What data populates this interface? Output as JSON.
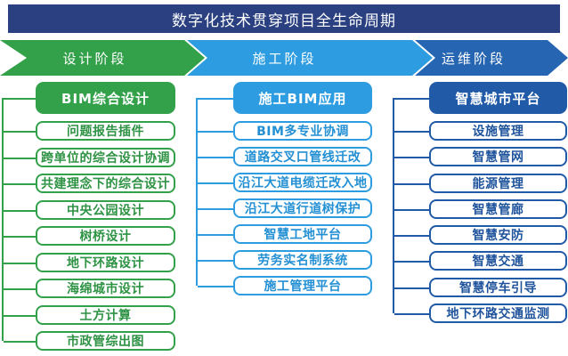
{
  "title": "数字化技术贯穿项目全生命周期",
  "colors": {
    "title_bar": "#2a4080",
    "design_green": "#33a04a",
    "build_blue": "#2d9ce0",
    "ops_arrow_blue": "#2565b2",
    "ops_accent_blue": "#215aa7"
  },
  "phases": [
    {
      "label": "设计阶段"
    },
    {
      "label": "施工阶段"
    },
    {
      "label": "运维阶段"
    }
  ],
  "columns": [
    {
      "header": "BIM综合设计",
      "items": [
        "问题报告插件",
        "跨单位的综合设计协调",
        "共建理念下的综合设计",
        "中央公园设计",
        "树桥设计",
        "地下环路设计",
        "海绵城市设计",
        "土方计算",
        "市政管综出图"
      ]
    },
    {
      "header": "施工BIM应用",
      "items": [
        "BIM多专业协调",
        "道路交叉口管线迁改",
        "沿江大道电缆迁改入地",
        "沿江大道行道树保护",
        "智慧工地平台",
        "劳务实名制系统",
        "施工管理平台"
      ]
    },
    {
      "header": "智慧城市平台",
      "items": [
        "设施管理",
        "智慧管网",
        "能源管理",
        "智慧管廊",
        "智慧安防",
        "智慧交通",
        "智慧停车引导",
        "地下环路交通监测"
      ]
    }
  ]
}
